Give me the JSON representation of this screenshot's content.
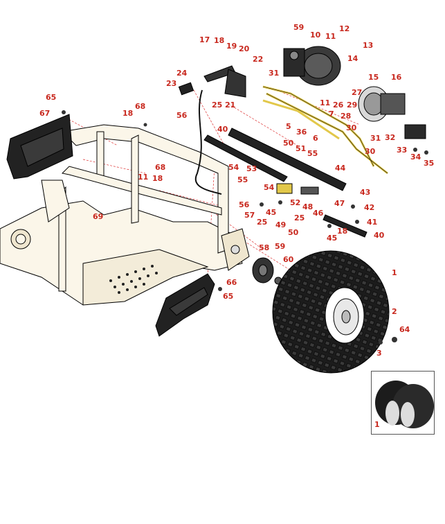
{
  "colors": {
    "callout": "#c8281e",
    "frame": "#fbf6e9",
    "hydraulic": "#e2c84a",
    "rubber": "#1c1c1c"
  },
  "callouts": [
    {
      "text": "1",
      "cls": "c-1a"
    },
    {
      "text": "2",
      "cls": "c-2a"
    },
    {
      "text": "3",
      "cls": "c-3a"
    },
    {
      "text": "5",
      "cls": "c-5a"
    },
    {
      "text": "6",
      "cls": "c-6a"
    },
    {
      "text": "7",
      "cls": "c-7a"
    },
    {
      "text": "10",
      "cls": "c-10a"
    },
    {
      "text": "11",
      "cls": "c-11a"
    },
    {
      "text": "11",
      "cls": "c-11b"
    },
    {
      "text": "11",
      "cls": "c-11c"
    },
    {
      "text": "12",
      "cls": "c-12a"
    },
    {
      "text": "13",
      "cls": "c-13a"
    },
    {
      "text": "14",
      "cls": "c-14a"
    },
    {
      "text": "15",
      "cls": "c-15a"
    },
    {
      "text": "16",
      "cls": "c-16a"
    },
    {
      "text": "17",
      "cls": "c-17a"
    },
    {
      "text": "18",
      "cls": "c-18a"
    },
    {
      "text": "18",
      "cls": "c-18b"
    },
    {
      "text": "18",
      "cls": "c-18c"
    },
    {
      "text": "18",
      "cls": "c-18d"
    },
    {
      "text": "19",
      "cls": "c-19a"
    },
    {
      "text": "20",
      "cls": "c-20a"
    },
    {
      "text": "21",
      "cls": "c-21a"
    },
    {
      "text": "22",
      "cls": "c-22a"
    },
    {
      "text": "23",
      "cls": "c-23a"
    },
    {
      "text": "24",
      "cls": "c-24a"
    },
    {
      "text": "25",
      "cls": "c-25a"
    },
    {
      "text": "25",
      "cls": "c-25b"
    },
    {
      "text": "25",
      "cls": "c-25c"
    },
    {
      "text": "26",
      "cls": "c-26a"
    },
    {
      "text": "27",
      "cls": "c-27a"
    },
    {
      "text": "28",
      "cls": "c-28a"
    },
    {
      "text": "29",
      "cls": "c-29a"
    },
    {
      "text": "30",
      "cls": "c-30a"
    },
    {
      "text": "30",
      "cls": "c-30b"
    },
    {
      "text": "31",
      "cls": "c-31a"
    },
    {
      "text": "31",
      "cls": "c-31b"
    },
    {
      "text": "32",
      "cls": "c-32a"
    },
    {
      "text": "33",
      "cls": "c-33a"
    },
    {
      "text": "34",
      "cls": "c-34a"
    },
    {
      "text": "35",
      "cls": "c-35a"
    },
    {
      "text": "36",
      "cls": "c-36a"
    },
    {
      "text": "40",
      "cls": "c-40a"
    },
    {
      "text": "40",
      "cls": "c-40b"
    },
    {
      "text": "41",
      "cls": "c-41a"
    },
    {
      "text": "42",
      "cls": "c-42a"
    },
    {
      "text": "43",
      "cls": "c-43a"
    },
    {
      "text": "44",
      "cls": "c-44a"
    },
    {
      "text": "45",
      "cls": "c-45a"
    },
    {
      "text": "45",
      "cls": "c-45b"
    },
    {
      "text": "46",
      "cls": "c-46a"
    },
    {
      "text": "47",
      "cls": "c-47a"
    },
    {
      "text": "48",
      "cls": "c-48a"
    },
    {
      "text": "49",
      "cls": "c-49a"
    },
    {
      "text": "50",
      "cls": "c-50a"
    },
    {
      "text": "50",
      "cls": "c-50b"
    },
    {
      "text": "51",
      "cls": "c-51a"
    },
    {
      "text": "52",
      "cls": "c-52a"
    },
    {
      "text": "53",
      "cls": "c-53a"
    },
    {
      "text": "54",
      "cls": "c-54a"
    },
    {
      "text": "54",
      "cls": "c-54b"
    },
    {
      "text": "55",
      "cls": "c-55a"
    },
    {
      "text": "55",
      "cls": "c-55b"
    },
    {
      "text": "56",
      "cls": "c-56a"
    },
    {
      "text": "56",
      "cls": "c-56b"
    },
    {
      "text": "57",
      "cls": "c-57a"
    },
    {
      "text": "58",
      "cls": "c-58a"
    },
    {
      "text": "59",
      "cls": "c-59a"
    },
    {
      "text": "59",
      "cls": "c-59b"
    },
    {
      "text": "60",
      "cls": "c-60a"
    },
    {
      "text": "64",
      "cls": "c-64a"
    },
    {
      "text": "65",
      "cls": "c-65a"
    },
    {
      "text": "65",
      "cls": "c-65b"
    },
    {
      "text": "66",
      "cls": "c-66a"
    },
    {
      "text": "67",
      "cls": "c-67a"
    },
    {
      "text": "68",
      "cls": "c-68a"
    },
    {
      "text": "68",
      "cls": "c-68b"
    },
    {
      "text": "69",
      "cls": "c-69a"
    }
  ],
  "inset": {
    "label": "1"
  }
}
